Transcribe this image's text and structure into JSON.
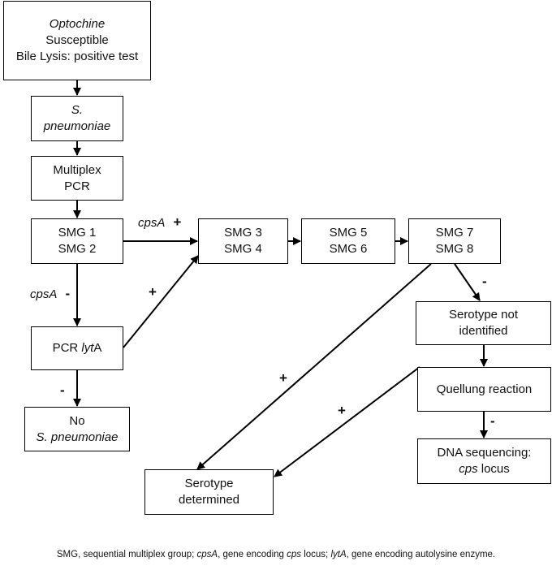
{
  "boxes": {
    "start": {
      "line1": "Optochine",
      "line2": "Susceptible",
      "line3": "Bile Lysis: positive test"
    },
    "spneumo": {
      "line1": "S.",
      "line2": "pneumoniae"
    },
    "multiplex": {
      "line1": "Multiplex",
      "line2": "PCR"
    },
    "smg12": {
      "line1": "SMG 1",
      "line2": "SMG 2"
    },
    "smg34": {
      "line1": "SMG 3",
      "line2": "SMG 4"
    },
    "smg56": {
      "line1": "SMG 5",
      "line2": "SMG 6"
    },
    "smg78": {
      "line1": "SMG 7",
      "line2": "SMG 8"
    },
    "pcrlyta": {
      "pre": "PCR ",
      "gene": "lyt",
      "post": "A"
    },
    "nospn": {
      "line1": "No",
      "line2": "S. pneumoniae"
    },
    "notid": {
      "line1": "Serotype not",
      "line2": "identified"
    },
    "quellung": {
      "line1": "Quellung reaction"
    },
    "dnaseq": {
      "line1": "DNA sequencing:",
      "gene": "cps",
      "post": " locus"
    },
    "determined": {
      "line1": "Serotype",
      "line2": "determined"
    }
  },
  "labels": {
    "cpsa_plus_gene": "cpsA",
    "cpsa_plus_sign": "+",
    "cpsa_minus_gene": "cpsA",
    "cpsa_minus_sign": "-",
    "lyta_plus": "+",
    "lyta_minus": "-",
    "smg78_minus": "-",
    "smg78_plus": "+",
    "quellung_plus": "+",
    "quellung_minus": "-"
  },
  "caption": {
    "p1": "SMG, sequential multiplex group; ",
    "g1": "cpsA",
    "p2": ", gene encoding ",
    "g2": "cps",
    "p3": " locus; ",
    "g3": "lytA",
    "p4": ", gene encoding autolysine enzyme."
  }
}
